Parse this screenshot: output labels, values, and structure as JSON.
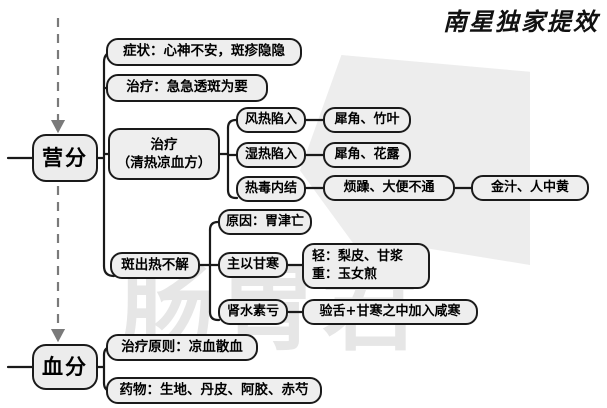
{
  "header": {
    "title": "南星独家提效"
  },
  "watermark": {
    "center_text": "肠胃君"
  },
  "diagram": {
    "type": "mind-map",
    "orientation": "left-to-right",
    "style": {
      "node_fill": "#eeeeee",
      "node_border": "#1a1a1a",
      "link_color": "#1a1a1a",
      "dashed_link_color": "#7a7a7a",
      "background": "#ffffff"
    },
    "roots": [
      {
        "id": "ying",
        "label": "营分"
      },
      {
        "id": "xue",
        "label": "血分"
      }
    ],
    "nodes": {
      "ying_sym": "症状：心神不安，斑疹隐隐",
      "ying_zhi": "治疗：急急透斑为要",
      "ying_fang": "治疗\n（清热凉血方）",
      "ying_fang_1": "风热陷入",
      "ying_fang_1_drug": "犀角、竹叶",
      "ying_fang_2": "湿热陷入",
      "ying_fang_2_drug": "犀角、花露",
      "ying_fang_3": "热毒内结",
      "ying_fang_3_sym": "烦躁、大便不通",
      "ying_fang_3_drug": "金汁、人中黄",
      "ban": "斑出热不解",
      "ban_1": "原因：胃津亡",
      "ban_2": "主以甘寒",
      "ban_2_detail": "轻：梨皮、甘浆\n重：玉女煎",
      "ban_3": "肾水素亏",
      "ban_3_detail": "验舌+甘寒之中加入咸寒",
      "xue_1": "治疗原则：凉血散血",
      "xue_2": "药物：生地、丹皮、阿胶、赤芍"
    },
    "progression_arrow": {
      "from": "营分",
      "to": "血分",
      "style": "dashed-arrow-downward"
    }
  }
}
